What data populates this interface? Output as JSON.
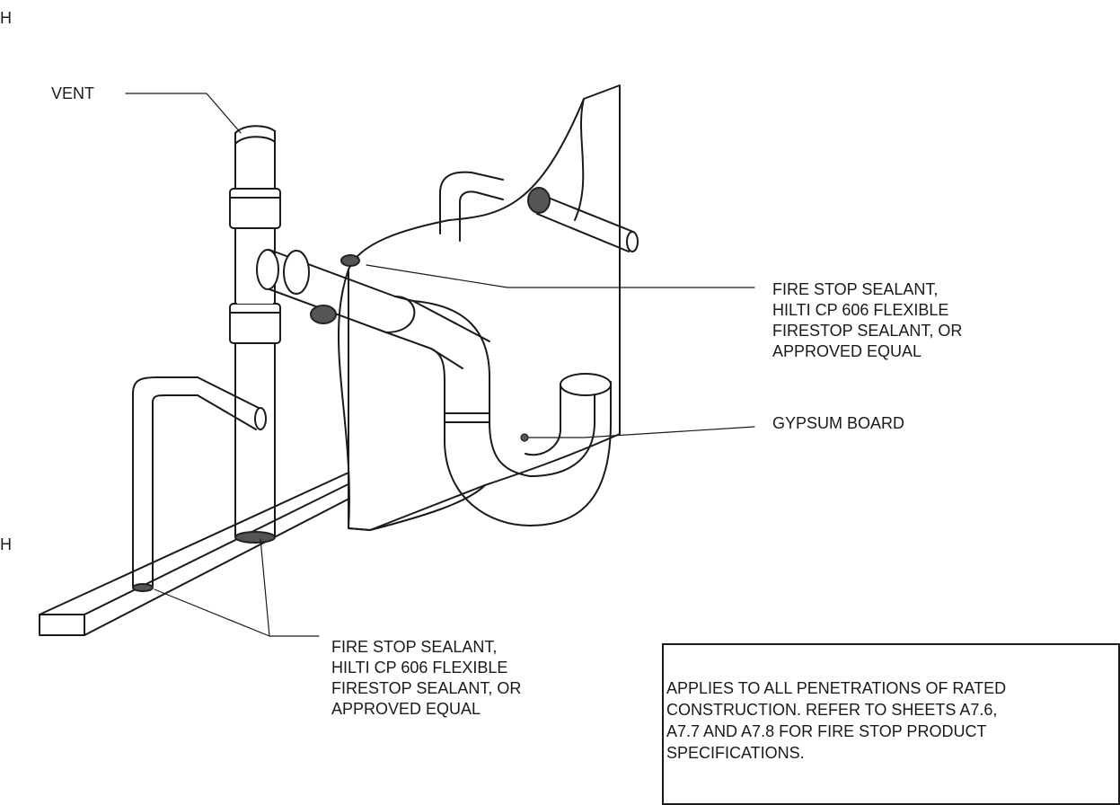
{
  "edge_marks": [
    "H",
    "H"
  ],
  "callouts": {
    "vent": "VENT",
    "fire_stop_upper": "FIRE STOP SEALANT,\nHILTI CP 606 FLEXIBLE\nFIRESTOP SEALANT, OR\nAPPROVED EQUAL",
    "gypsum_board": "GYPSUM BOARD",
    "fire_stop_lower": "FIRE STOP SEALANT,\nHILTI CP 606 FLEXIBLE\nFIRESTOP SEALANT, OR\nAPPROVED EQUAL"
  },
  "note": "APPLIES TO ALL PENETRATIONS OF RATED\nCONSTRUCTION. REFER TO SHEETS A7.6,\nA7.7 AND A7.8 FOR FIRE STOP PRODUCT\nSPECIFICATIONS.",
  "colors": {
    "ink": "#1a1a1a",
    "sealant": "#5a5a5a",
    "paper": "#ffffff"
  }
}
